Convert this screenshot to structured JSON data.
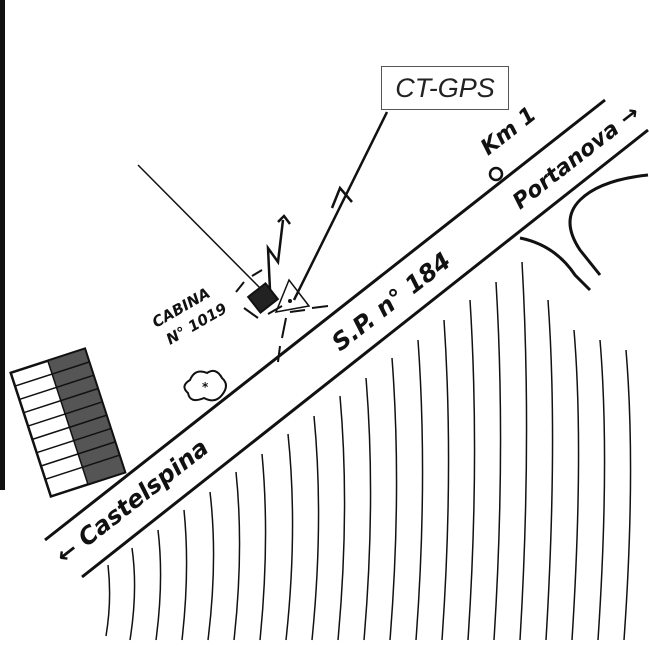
{
  "labels": {
    "gps_box": "CT-GPS",
    "km": "Km 1",
    "portanova": "Portanova →",
    "road": "S.P. n° 184",
    "castelspina": "← Castelspina",
    "cabina_line1": "CABINA",
    "cabina_line2": "N° 1019"
  },
  "colors": {
    "ink": "#111111",
    "box_border": "#555555"
  }
}
